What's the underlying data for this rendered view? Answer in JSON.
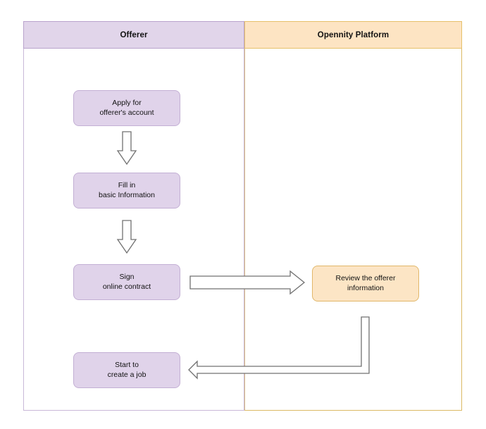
{
  "diagram": {
    "type": "swimlane-flowchart",
    "title": "",
    "lanes": [
      {
        "id": "offerer",
        "label": "Offerer",
        "header_fill": "#e1d5ea",
        "header_border": "#b9a3cc",
        "body_border": "#c9b8d8"
      },
      {
        "id": "opennity-platform",
        "label": "Opennity Platform",
        "header_fill": "#fde4c3",
        "header_border": "#e6c06a",
        "body_border": "#dbb964"
      }
    ],
    "nodes": [
      {
        "id": "apply",
        "lane": "offerer",
        "line1": "Apply for",
        "line2": "offerer's account",
        "fill": "#e0d3ea",
        "border": "#c3afd4"
      },
      {
        "id": "fill-in",
        "lane": "offerer",
        "line1": "Fill in",
        "line2": "basic Information",
        "fill": "#e0d3ea",
        "border": "#c3afd4"
      },
      {
        "id": "sign",
        "lane": "offerer",
        "line1": "Sign",
        "line2": "online contract",
        "fill": "#e0d3ea",
        "border": "#c3afd4"
      },
      {
        "id": "start-job",
        "lane": "offerer",
        "line1": "Start to",
        "line2": "create a job",
        "fill": "#e0d3ea",
        "border": "#c3afd4"
      },
      {
        "id": "review",
        "lane": "opennity-platform",
        "line1": "Review the offerer",
        "line2": "information",
        "fill": "#fce5c5",
        "border": "#e1b76a"
      }
    ],
    "connectors": [
      {
        "id": "apply-to-fillin",
        "from": "apply",
        "to": "fill-in",
        "direction": "down",
        "style": "hollow-block-arrow"
      },
      {
        "id": "fillin-to-sign",
        "from": "fill-in",
        "to": "sign",
        "direction": "down",
        "style": "hollow-block-arrow"
      },
      {
        "id": "sign-to-review",
        "from": "sign",
        "to": "review",
        "direction": "right",
        "style": "hollow-block-arrow"
      },
      {
        "id": "review-to-startjob",
        "from": "review",
        "to": "start-job",
        "direction": "down-then-left",
        "style": "hollow-block-arrow"
      }
    ],
    "arrow_fill": "#ffffff",
    "arrow_stroke": "#707070"
  }
}
